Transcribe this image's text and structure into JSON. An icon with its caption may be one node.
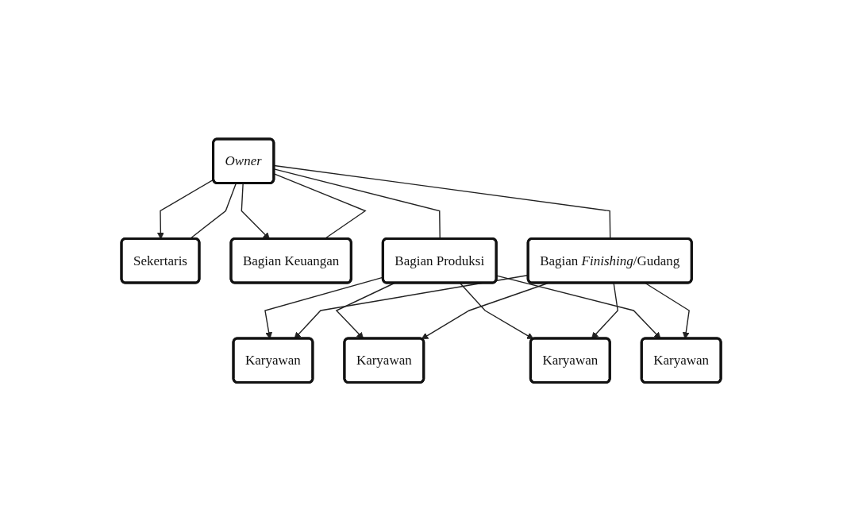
{
  "diagram": {
    "nodes": [
      {
        "text": [
          "Owner"
        ]
      },
      {
        "text": [
          "Sekertaris"
        ]
      },
      {
        "text": [
          "Bagian Keuangan"
        ]
      },
      {
        "text": [
          "Bagian Produksi"
        ]
      },
      {
        "text": [
          "Bagian *Finishing*/Gudang"
        ]
      },
      {
        "text": [
          "Karyawan"
        ]
      },
      {
        "text": [
          "Karyawan"
        ]
      },
      {
        "text": [
          "Karyawan"
        ]
      },
      {
        "text": [
          "Karyawan"
        ]
      }
    ],
    "edges": [
      {
        "from": 0,
        "to": 1,
        "arrow": "to"
      },
      {
        "from": 0,
        "to": 2,
        "arrow": "to"
      },
      {
        "from": 0,
        "to": 1,
        "arrow": "none"
      },
      {
        "from": 0,
        "to": 2,
        "arrow": "none"
      },
      {
        "from": 0,
        "to": 3,
        "arrow": "none"
      },
      {
        "from": 0,
        "to": 4,
        "arrow": "none"
      },
      {
        "from": 3,
        "to": 5,
        "arrow": "to"
      },
      {
        "from": 3,
        "to": 6,
        "arrow": "to"
      },
      {
        "from": 3,
        "to": 7,
        "arrow": "to"
      },
      {
        "from": 3,
        "to": 8,
        "arrow": "to"
      },
      {
        "from": 4,
        "to": 5,
        "arrow": "to"
      },
      {
        "from": 4,
        "to": 6,
        "arrow": "to"
      },
      {
        "from": 4,
        "to": 7,
        "arrow": "to"
      },
      {
        "from": 4,
        "to": 8,
        "arrow": "to"
      }
    ]
  }
}
